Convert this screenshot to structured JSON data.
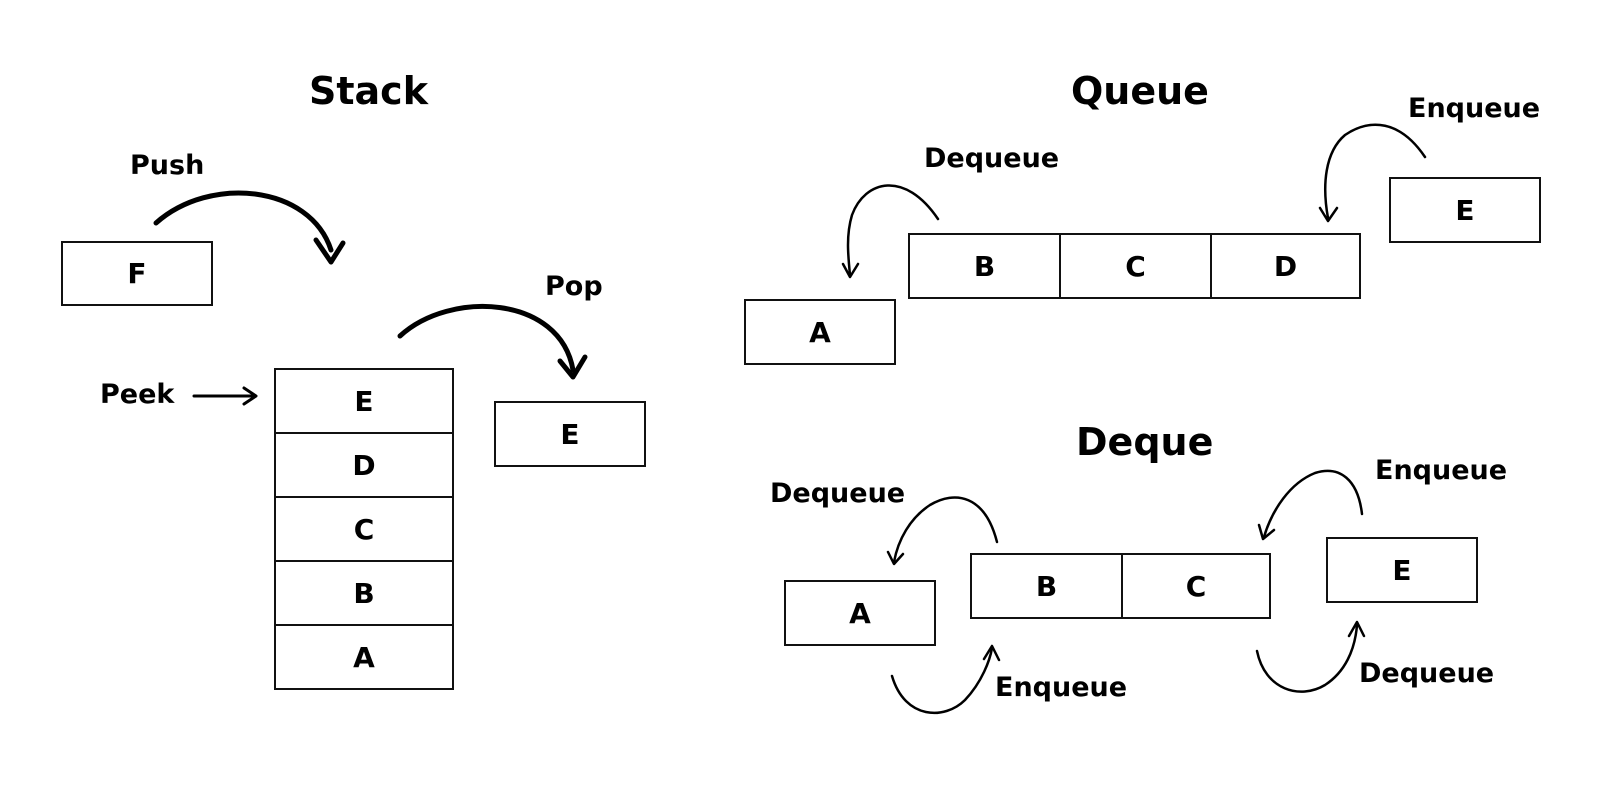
{
  "stack": {
    "title": "Stack",
    "push_label": "Push",
    "pop_label": "Pop",
    "peek_label": "Peek",
    "incoming": "F",
    "cells": [
      "E",
      "D",
      "C",
      "B",
      "A"
    ],
    "popped": "E"
  },
  "queue": {
    "title": "Queue",
    "dequeue_label": "Dequeue",
    "enqueue_label": "Enqueue",
    "removed": "A",
    "cells": [
      "B",
      "C",
      "D"
    ],
    "incoming": "E"
  },
  "deque": {
    "title": "Deque",
    "left_dequeue_label": "Dequeue",
    "left_enqueue_label": "Enqueue",
    "right_enqueue_label": "Enqueue",
    "right_dequeue_label": "Dequeue",
    "left_item": "A",
    "cells": [
      "B",
      "C"
    ],
    "right_item": "E"
  }
}
